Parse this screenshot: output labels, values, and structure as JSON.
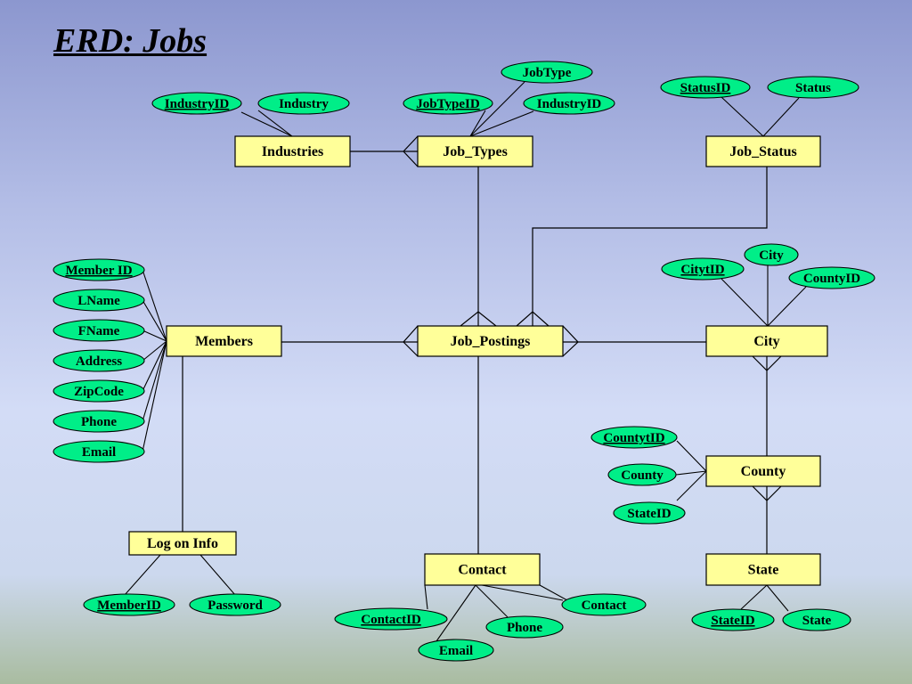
{
  "title": "ERD: Jobs",
  "colors": {
    "entity_fill": "#ffff99",
    "attribute_fill": "#00ee88",
    "line": "#000000"
  },
  "entities": [
    {
      "id": "industries",
      "label": "Industries"
    },
    {
      "id": "job_types",
      "label": "Job_Types"
    },
    {
      "id": "job_status",
      "label": "Job_Status"
    },
    {
      "id": "members",
      "label": "Members"
    },
    {
      "id": "job_postings",
      "label": "Job_Postings"
    },
    {
      "id": "city",
      "label": "City"
    },
    {
      "id": "county",
      "label": "County"
    },
    {
      "id": "log_on_info",
      "label": "Log on Info"
    },
    {
      "id": "contact",
      "label": "Contact"
    },
    {
      "id": "state",
      "label": "State"
    }
  ],
  "attributes": [
    {
      "id": "industries_industryid",
      "label": "IndustryID",
      "key": true
    },
    {
      "id": "industries_industry",
      "label": "Industry",
      "key": false
    },
    {
      "id": "job_types_jobtype",
      "label": "JobType",
      "key": false
    },
    {
      "id": "job_types_jobtypeid",
      "label": "JobTypeID",
      "key": true
    },
    {
      "id": "job_types_industryid",
      "label": "IndustryID",
      "key": false
    },
    {
      "id": "job_status_statusid",
      "label": "StatusID",
      "key": true
    },
    {
      "id": "job_status_status",
      "label": "Status",
      "key": false
    },
    {
      "id": "city_city",
      "label": "City",
      "key": false
    },
    {
      "id": "city_cityid",
      "label": "CitytID",
      "key": true
    },
    {
      "id": "city_countyid",
      "label": "CountyID",
      "key": false
    },
    {
      "id": "members_memberid",
      "label": "Member ID",
      "key": true
    },
    {
      "id": "members_lname",
      "label": "LName",
      "key": false
    },
    {
      "id": "members_fname",
      "label": "FName",
      "key": false
    },
    {
      "id": "members_address",
      "label": "Address",
      "key": false
    },
    {
      "id": "members_zipcode",
      "label": "ZipCode",
      "key": false
    },
    {
      "id": "members_phone",
      "label": "Phone",
      "key": false
    },
    {
      "id": "members_email",
      "label": "Email",
      "key": false
    },
    {
      "id": "county_countyid",
      "label": "CountytID",
      "key": true
    },
    {
      "id": "county_county",
      "label": "County",
      "key": false
    },
    {
      "id": "county_stateid",
      "label": "StateID",
      "key": false
    },
    {
      "id": "log_on_info_memberid",
      "label": "MemberID",
      "key": true
    },
    {
      "id": "log_on_info_password",
      "label": "Password",
      "key": false
    },
    {
      "id": "contact_contactid",
      "label": "ContactID",
      "key": true
    },
    {
      "id": "contact_contact",
      "label": "Contact",
      "key": false
    },
    {
      "id": "contact_phone",
      "label": "Phone",
      "key": false
    },
    {
      "id": "contact_email",
      "label": "Email",
      "key": false
    },
    {
      "id": "state_stateid",
      "label": "StateID",
      "key": true
    },
    {
      "id": "state_state",
      "label": "State",
      "key": false
    }
  ],
  "relationships": [
    {
      "from": "industries",
      "to": "job_types",
      "many_at": "job_types"
    },
    {
      "from": "job_types",
      "to": "job_postings",
      "many_at": "job_postings"
    },
    {
      "from": "job_status",
      "to": "job_postings",
      "many_at": "job_postings"
    },
    {
      "from": "members",
      "to": "job_postings",
      "many_at": "job_postings"
    },
    {
      "from": "city",
      "to": "job_postings",
      "many_at": "job_postings"
    },
    {
      "from": "county",
      "to": "city",
      "many_at": "city"
    },
    {
      "from": "state",
      "to": "county",
      "many_at": "county"
    },
    {
      "from": "members",
      "to": "log_on_info",
      "many_at": "none"
    },
    {
      "from": "job_postings",
      "to": "contact",
      "many_at": "none"
    }
  ]
}
